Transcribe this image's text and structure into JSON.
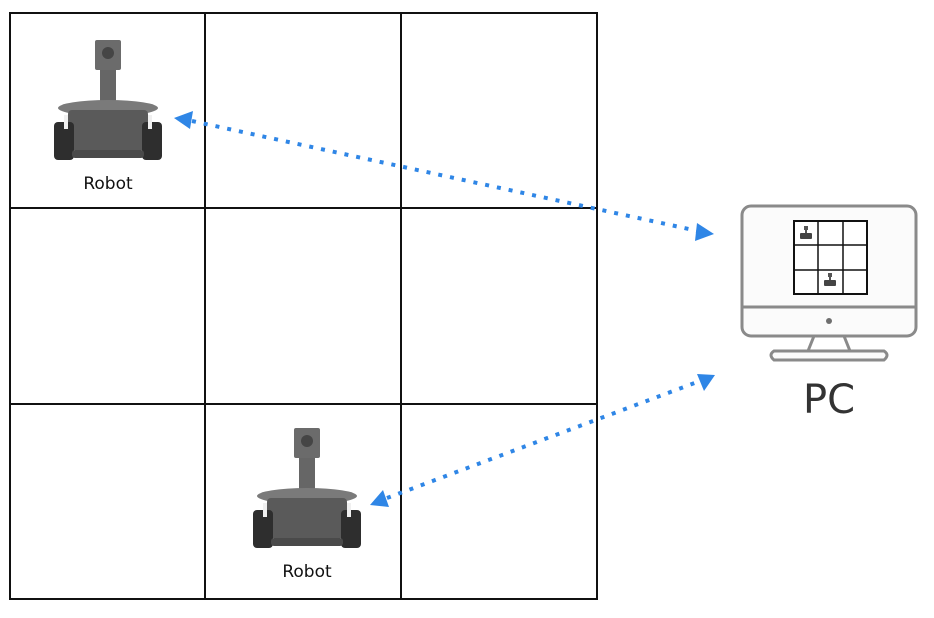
{
  "grid": {
    "rows": 3,
    "cols": 3
  },
  "robots": [
    {
      "label": "Robot",
      "row": 0,
      "col": 0
    },
    {
      "label": "Robot",
      "row": 2,
      "col": 1
    }
  ],
  "pc": {
    "label": "PC"
  },
  "colors": {
    "connection": "#2f86e6",
    "grid_line": "#111111",
    "robot_body": "#5b5b5b",
    "monitor_frame": "#8a8a8a"
  },
  "icons": [
    "robot-icon",
    "monitor-icon",
    "arrow-head-icon"
  ]
}
